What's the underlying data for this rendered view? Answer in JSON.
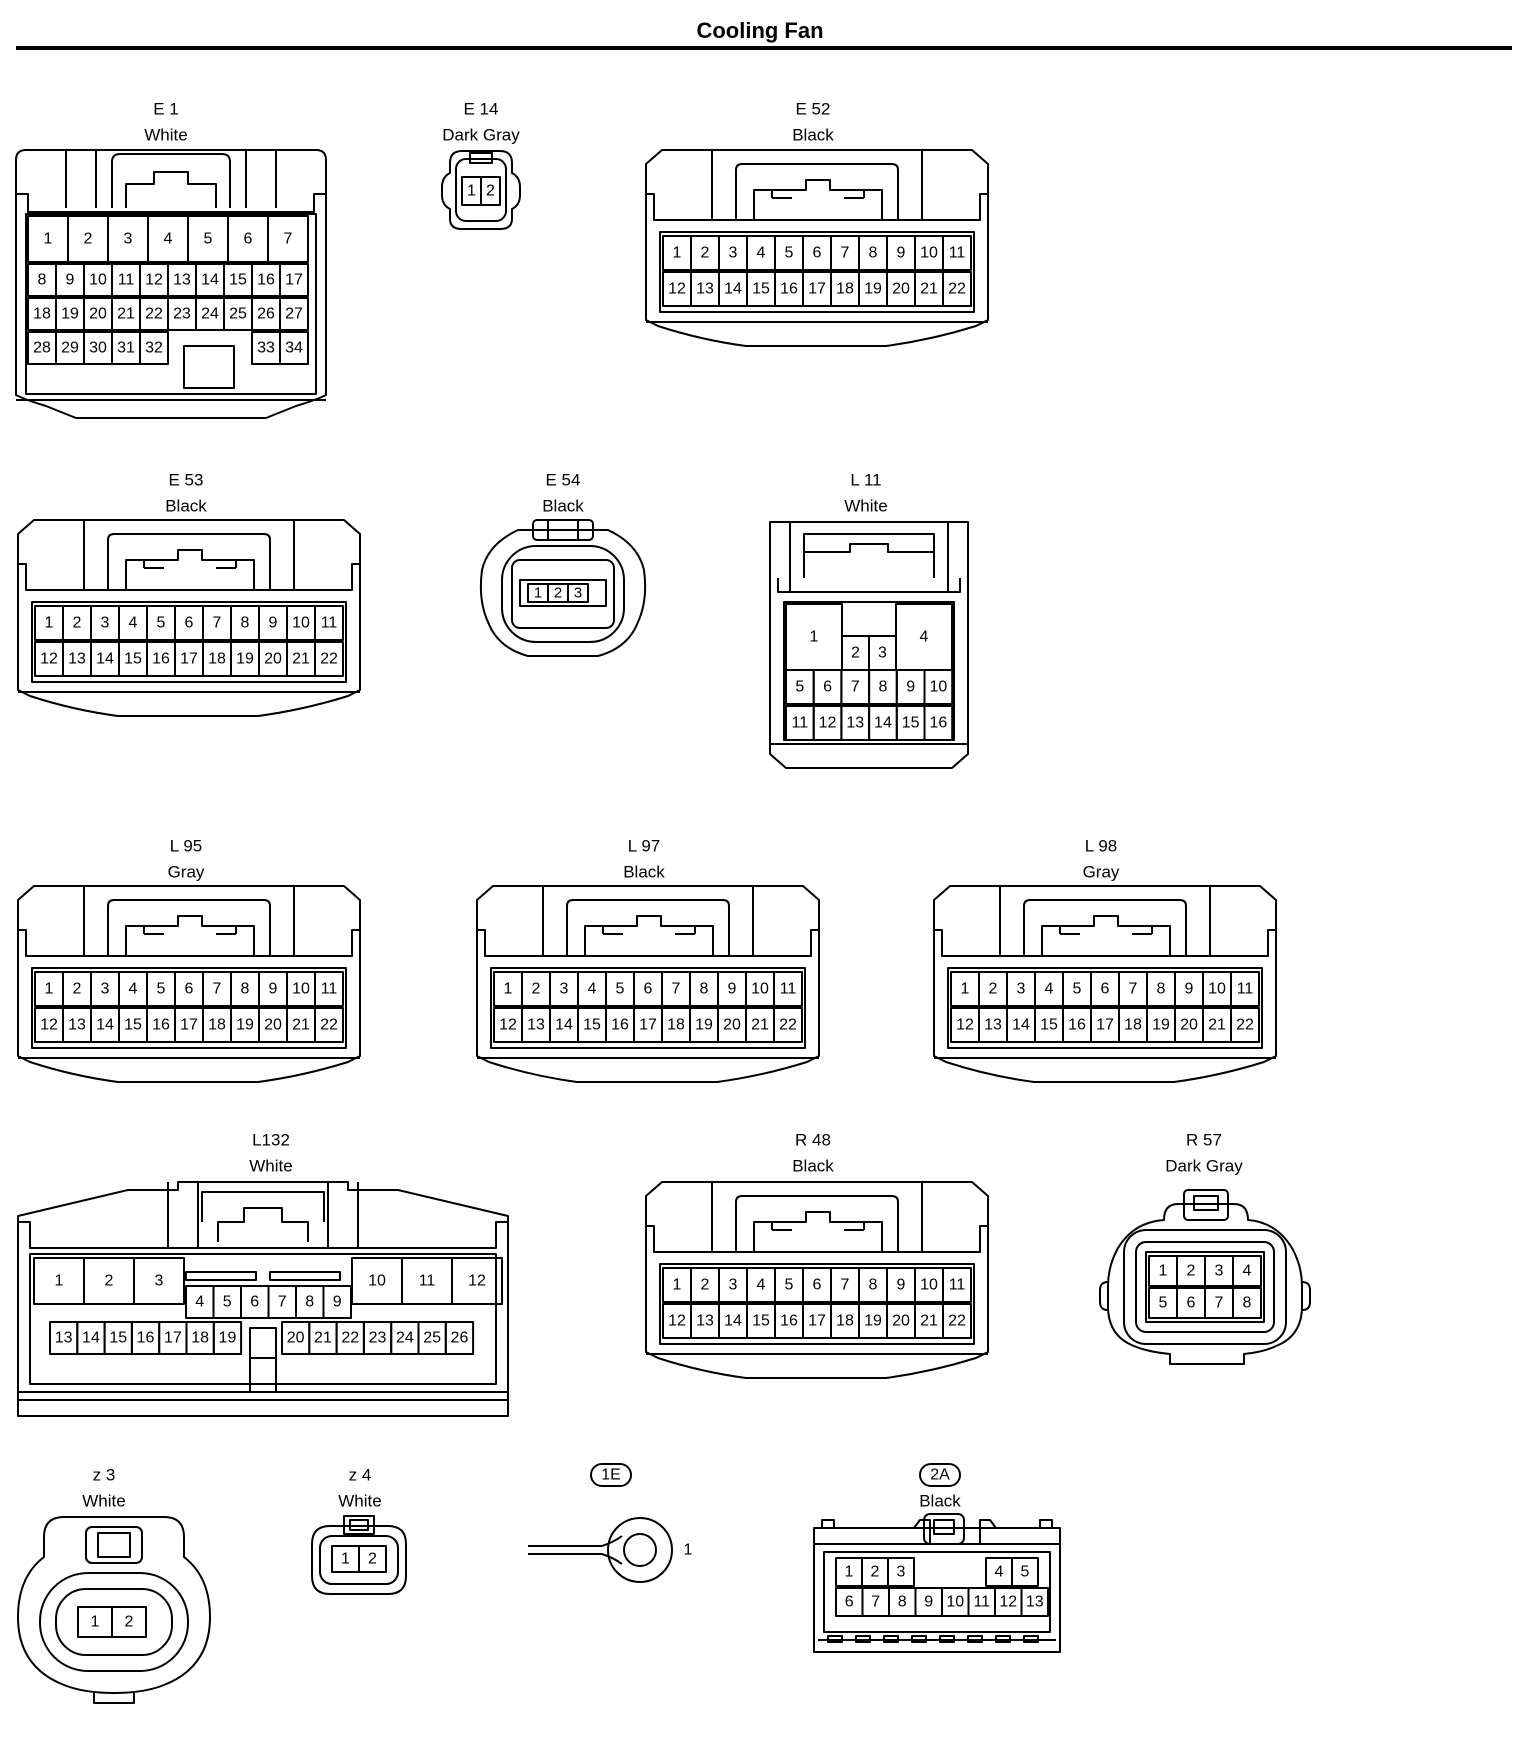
{
  "title": "Cooling Fan",
  "connectors": [
    {
      "id": "E 1",
      "color": "White",
      "type": "E1"
    },
    {
      "id": "E 14",
      "color": "Dark Gray",
      "type": "e14",
      "pins": [
        "1",
        "2"
      ]
    },
    {
      "id": "E 52",
      "color": "Black",
      "type": "std22"
    },
    {
      "id": "E 53",
      "color": "Black",
      "type": "std22"
    },
    {
      "id": "E 54",
      "color": "Black",
      "type": "e54",
      "pins": [
        "1",
        "2",
        "3"
      ]
    },
    {
      "id": "L 11",
      "color": "White",
      "type": "L11"
    },
    {
      "id": "L 95",
      "color": "Gray",
      "type": "std22"
    },
    {
      "id": "L 97",
      "color": "Black",
      "type": "std22"
    },
    {
      "id": "L 98",
      "color": "Gray",
      "type": "std22"
    },
    {
      "id": "L132",
      "color": "White",
      "type": "L132"
    },
    {
      "id": "R 48",
      "color": "Black",
      "type": "std22"
    },
    {
      "id": "R 57",
      "color": "Dark Gray",
      "type": "r57"
    },
    {
      "id": "z 3",
      "color": "White",
      "type": "z3",
      "pins": [
        "1",
        "2"
      ]
    },
    {
      "id": "z 4",
      "color": "White",
      "type": "z4",
      "pins": [
        "1",
        "2"
      ]
    },
    {
      "id": "1E",
      "color": "",
      "type": "ground",
      "pins": [
        "1"
      ]
    },
    {
      "id": "2A",
      "color": "Black",
      "type": "2A"
    }
  ]
}
